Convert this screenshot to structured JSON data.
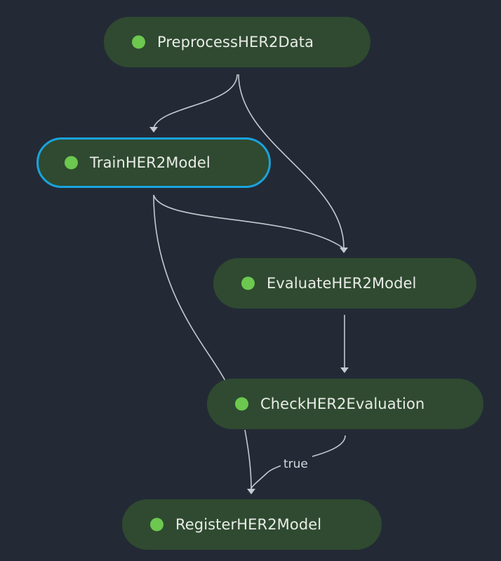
{
  "pipeline": {
    "nodes": [
      {
        "id": "preprocess",
        "label": "PreprocessHER2Data",
        "status": "succeeded",
        "selected": false
      },
      {
        "id": "train",
        "label": "TrainHER2Model",
        "status": "succeeded",
        "selected": true
      },
      {
        "id": "evaluate",
        "label": "EvaluateHER2Model",
        "status": "succeeded",
        "selected": false
      },
      {
        "id": "check",
        "label": "CheckHER2Evaluation",
        "status": "succeeded",
        "selected": false
      },
      {
        "id": "register",
        "label": "RegisterHER2Model",
        "status": "succeeded",
        "selected": false
      }
    ],
    "edges": [
      {
        "from": "preprocess",
        "to": "train",
        "label": ""
      },
      {
        "from": "preprocess",
        "to": "evaluate",
        "label": ""
      },
      {
        "from": "train",
        "to": "evaluate",
        "label": ""
      },
      {
        "from": "train",
        "to": "register",
        "label": ""
      },
      {
        "from": "evaluate",
        "to": "check",
        "label": ""
      },
      {
        "from": "check",
        "to": "register",
        "label": "true"
      }
    ]
  },
  "colors": {
    "background": "#232a36",
    "node_fill": "#2f4a30",
    "status_succeeded": "#6cc84f",
    "selected_border": "#1aa3dd",
    "edge": "#c5c9cf"
  }
}
